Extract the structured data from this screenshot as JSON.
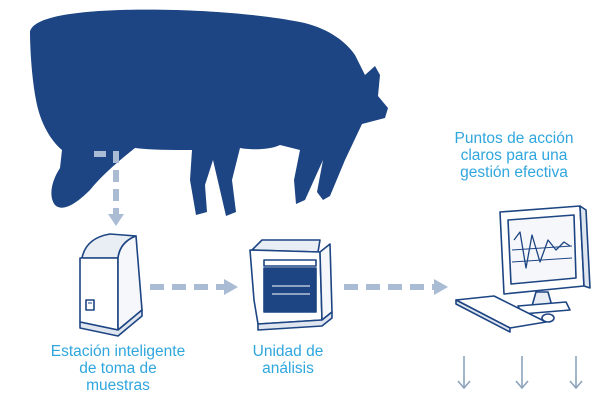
{
  "labels": {
    "station": [
      "Estación inteligente",
      "de toma de",
      "muestras"
    ],
    "unit": [
      "Unidad de",
      "análisis"
    ],
    "actions": [
      "Puntos de acción",
      "claros para una",
      "gestión efectiva"
    ]
  },
  "colors": {
    "cow": "#1d4583",
    "accent": "#2fa6de",
    "flow_arrow": "#a9bcd3",
    "device_outline": "#1d4583",
    "device_fill": "#ffffff",
    "down_arrow": "#8ea3bd"
  },
  "icons": {
    "cow": "cow-silhouette-icon",
    "sampling_station": "sampling-station-icon",
    "analysis_unit": "analysis-unit-icon",
    "computer": "computer-monitor-icon",
    "flow": "dashed-arrow-icon",
    "output": "down-arrow-icon"
  }
}
